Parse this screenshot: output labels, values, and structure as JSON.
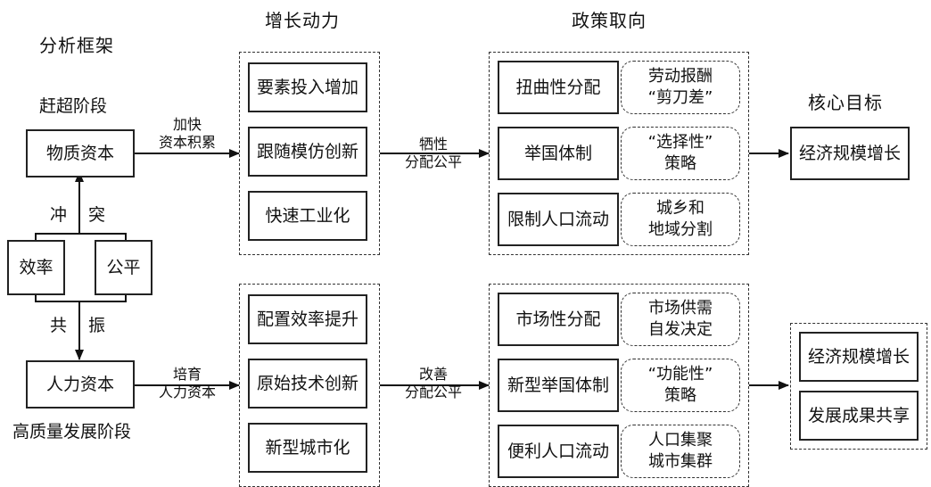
{
  "title": "分析框架",
  "stage_top": "赶超阶段",
  "stage_bottom": "高质量发展阶段",
  "col_headers": {
    "drivers": "增长动力",
    "policy": "政策取向",
    "goal": "核心目标"
  },
  "left": {
    "capital_top": "物质资本",
    "capital_bottom": "人力资本",
    "efficiency": "效率",
    "fairness": "公平",
    "conflict": [
      "冲",
      "突"
    ],
    "resonance": [
      "共",
      "振"
    ]
  },
  "edges": {
    "top_1": [
      "加快",
      "资本积累"
    ],
    "top_2": [
      "牺性",
      "分配公平"
    ],
    "bottom_1": [
      "培育",
      "人力资本"
    ],
    "bottom_2": [
      "改善",
      "分配公平"
    ]
  },
  "drivers_top": [
    "要素投入增加",
    "跟随模仿创新",
    "快速工业化"
  ],
  "drivers_bottom": [
    "配置效率提升",
    "原始技术创新",
    "新型城市化"
  ],
  "policy_top": [
    {
      "main": "扭曲性分配",
      "note": "劳动报酬\n“剪刀差”"
    },
    {
      "main": "举国体制",
      "note": "“选择性”\n策略"
    },
    {
      "main": "限制人口流动",
      "note": "城乡和\n地域分割"
    }
  ],
  "policy_bottom": [
    {
      "main": "市场性分配",
      "note": "市场供需\n自发决定"
    },
    {
      "main": "新型举国体制",
      "note": "“功能性”\n策略"
    },
    {
      "main": "便利人口流动",
      "note": "人口集聚\n城市集群"
    }
  ],
  "goal_top": "经济规模增长",
  "goal_bottom": [
    "经济规模增长",
    "发展成果共享"
  ]
}
